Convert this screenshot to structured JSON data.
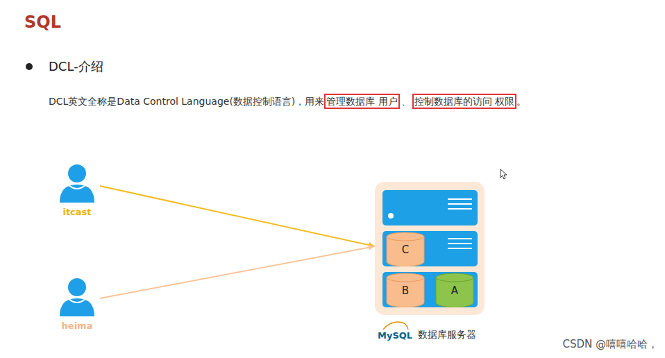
{
  "diagram": {
    "title": "SQL",
    "nodes": [
      {
        "text": [
          "itcast"
        ]
      },
      {
        "text": [
          "heima"
        ]
      },
      {
        "text": [
          "MySQL",
          "数据库服务器"
        ]
      },
      {
        "text": [
          "C"
        ],
        "in": 2
      },
      {
        "text": [
          "B"
        ],
        "in": 2
      },
      {
        "text": [
          "A"
        ],
        "in": 2
      }
    ],
    "edges": [
      {
        "from": 0,
        "to": 2,
        "arrow": "to"
      },
      {
        "from": 1,
        "to": 2,
        "arrow": "to"
      }
    ],
    "labels": [
      "DCL-介绍",
      "DCL英文全称是Data Control Language(数据控制语言)，用来",
      "管理数据库 用户",
      "、",
      "控制数据库的访问 权限",
      "。",
      "CSDN @嘻嘻哈哈，"
    ]
  }
}
